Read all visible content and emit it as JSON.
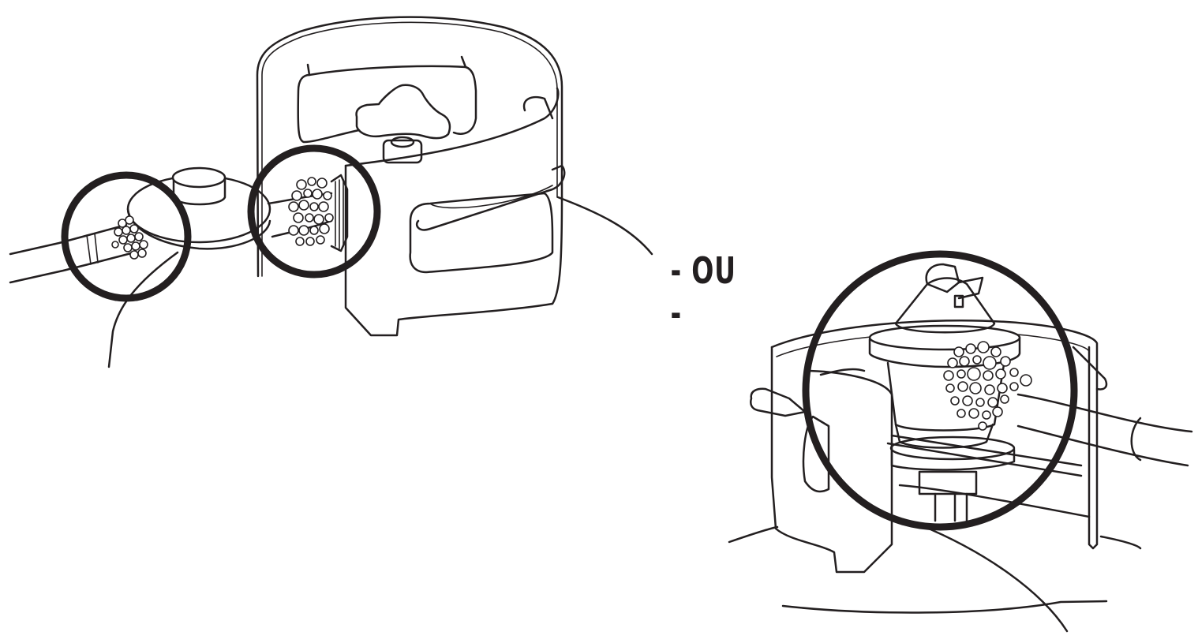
{
  "figure": {
    "separator_text": "- OU -",
    "left_panel": {
      "description": "Gas bottle with regulator connected via hose; leak test bubbles at hose connection and at valve connection",
      "highlight_rings": 2
    },
    "right_panel": {
      "description": "Gas bottle with clip-on regulator; leak test bubbles on regulator body",
      "highlight_rings": 1
    },
    "colors": {
      "line": "#231f20",
      "background": "#ffffff"
    }
  }
}
